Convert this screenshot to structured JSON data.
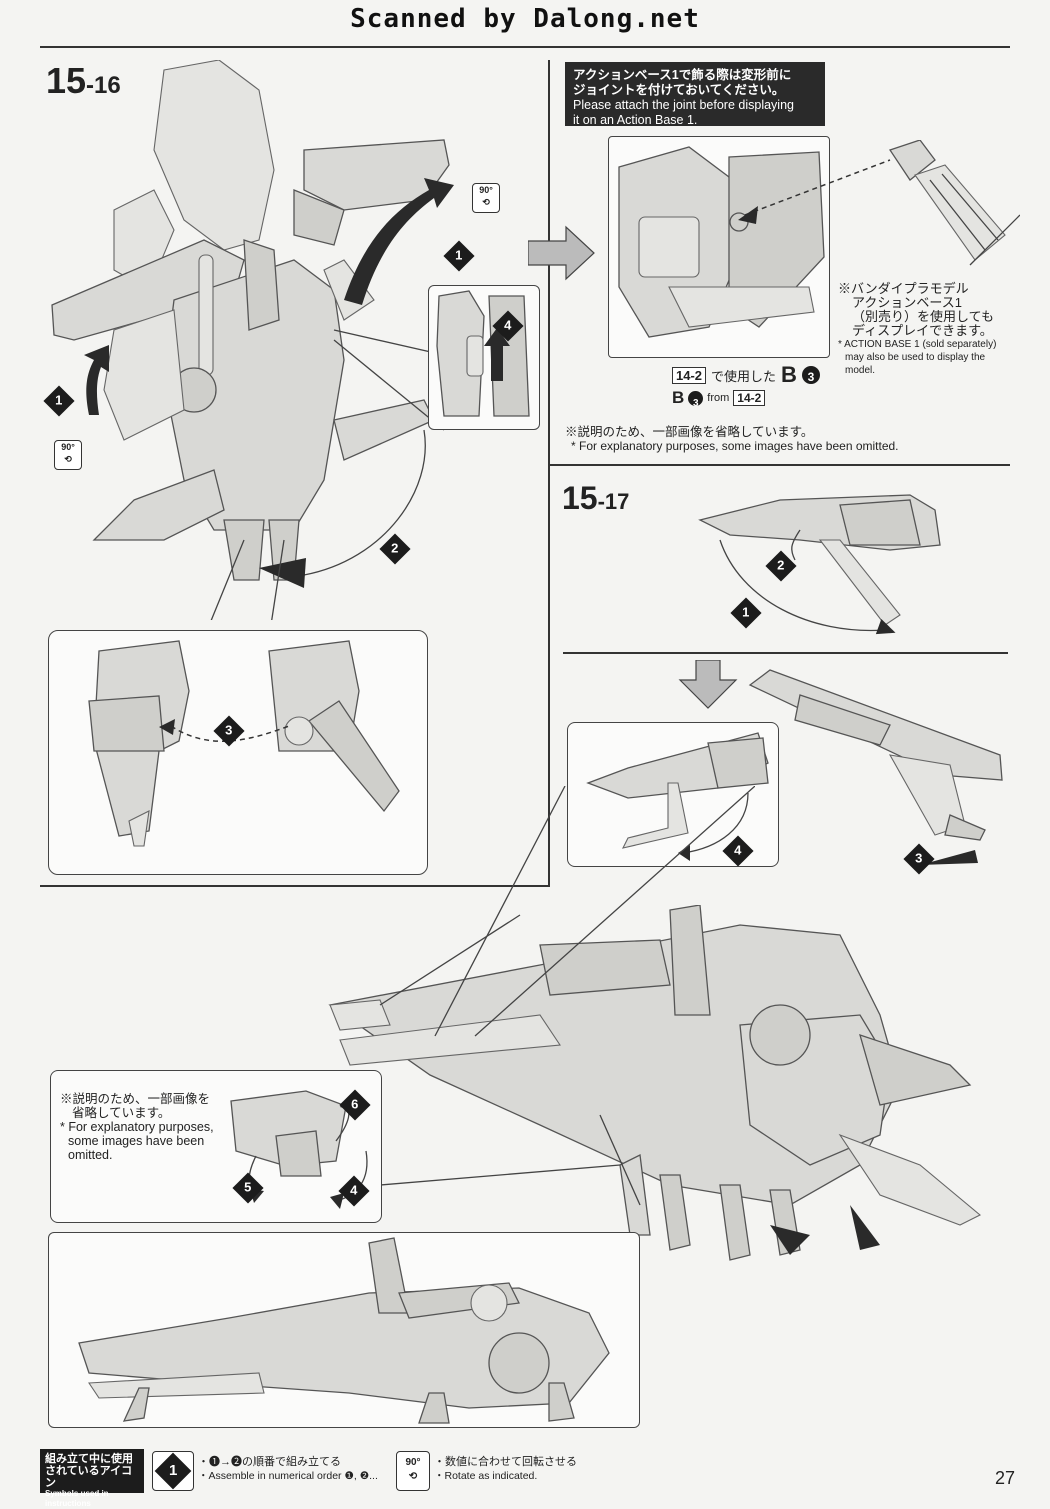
{
  "header": {
    "scan_credit": "Scanned by Dalong.net"
  },
  "step_15_16": {
    "number_big": "15",
    "number_small": "-16",
    "marker_3": "3"
  },
  "note_action_base": {
    "jp_line1": "アクションベース1で飾る際は変形前に",
    "jp_line2": "ジョイントを付けておいてください。",
    "en_line1": "Please attach the joint before displaying",
    "en_line2": "it on an Action Base 1."
  },
  "action_base_sold_separately": {
    "jp_line1": "※バンダイプラモデル",
    "jp_line2": "アクションベース1",
    "jp_line3": "（別売り）を使用しても",
    "jp_line4": "ディスプレイできます。",
    "en_line1": "* ACTION BASE 1 (sold separately)",
    "en_line2": "may also be used to display the",
    "en_line3": "model."
  },
  "part_reference": {
    "box_code": "14-2",
    "jp_used": "で使用した",
    "part_letter": "B",
    "part_number": "3",
    "from_label": "from"
  },
  "omitted_note_top": {
    "jp": "※説明のため、一部画像を省略しています。",
    "en": "* For explanatory purposes, some images have been omitted."
  },
  "step_15_17": {
    "number_big": "15",
    "number_small": "-17"
  },
  "omitted_note_bottom": {
    "jp_line1": "※説明のため、一部画像を",
    "jp_line2": "省略しています。",
    "en_line1": "* For explanatory purposes,",
    "en_line2": "some images have been",
    "en_line3": "omitted."
  },
  "markers": {
    "m1": "1",
    "m2": "2",
    "m3": "3",
    "m4": "4",
    "m5": "5",
    "m6": "6"
  },
  "rotation_icon": {
    "degrees": "90°"
  },
  "footer": {
    "symbols_jp_line1": "組み立て中に使用",
    "symbols_jp_line2": "されているアイコン",
    "symbols_en": "Symbols used in instructions",
    "assemble_jp": "・❶→❷の順番で組み立てる",
    "assemble_en": "・Assemble in numerical order ❶, ❷...",
    "assemble_icon_num": "1",
    "rotate_jp": "・数値に合わせて回転させる",
    "rotate_en": "・Rotate as indicated.",
    "rotate_icon_deg": "90°",
    "page_number": "27"
  }
}
